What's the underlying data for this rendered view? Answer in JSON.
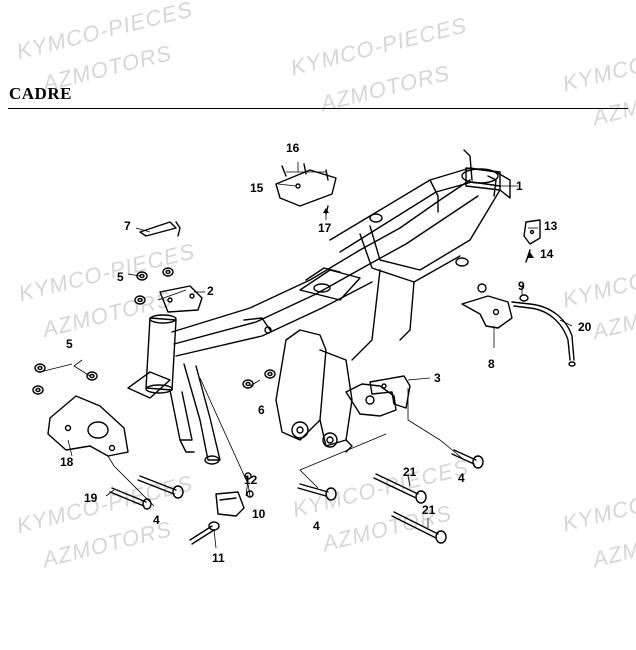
{
  "title": "CADRE",
  "watermarks": {
    "line1": "KYMCO-PIECES",
    "line2": "AZMOTORS"
  },
  "callouts": [
    {
      "id": "c1",
      "label": "1"
    },
    {
      "id": "c2",
      "label": "2"
    },
    {
      "id": "c3",
      "label": "3"
    },
    {
      "id": "c4a",
      "label": "4"
    },
    {
      "id": "c4b",
      "label": "4"
    },
    {
      "id": "c4c",
      "label": "4"
    },
    {
      "id": "c5a",
      "label": "5"
    },
    {
      "id": "c5b",
      "label": "5"
    },
    {
      "id": "c6",
      "label": "6"
    },
    {
      "id": "c7",
      "label": "7"
    },
    {
      "id": "c8",
      "label": "8"
    },
    {
      "id": "c9",
      "label": "9"
    },
    {
      "id": "c10",
      "label": "10"
    },
    {
      "id": "c11",
      "label": "11"
    },
    {
      "id": "c12",
      "label": "12"
    },
    {
      "id": "c13",
      "label": "13"
    },
    {
      "id": "c14",
      "label": "14"
    },
    {
      "id": "c15",
      "label": "15"
    },
    {
      "id": "c16",
      "label": "16"
    },
    {
      "id": "c17",
      "label": "17"
    },
    {
      "id": "c18",
      "label": "18"
    },
    {
      "id": "c19",
      "label": "19"
    },
    {
      "id": "c20",
      "label": "20"
    },
    {
      "id": "c21a",
      "label": "21"
    },
    {
      "id": "c21b",
      "label": "21"
    }
  ]
}
